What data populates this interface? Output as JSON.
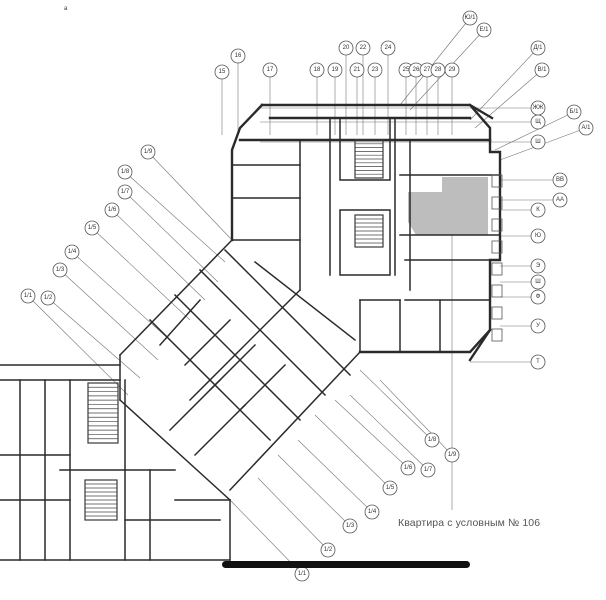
{
  "caption": "Квартира с условным № 106",
  "mark": "a",
  "highlight_color": "#bdbdbd",
  "top_axes": [
    "15",
    "16",
    "17",
    "18",
    "19",
    "20",
    "21",
    "22",
    "23",
    "24",
    "25",
    "26",
    "27",
    "28",
    "29"
  ],
  "right_axes": [
    "Ю/1",
    "Е/1",
    "Д/1",
    "В/1",
    "Б/1",
    "А/1",
    "ЖЖ",
    "Щ",
    "Ш",
    "ВВ",
    "АА",
    "К",
    "Ю",
    "Э",
    "Ш",
    "Ф",
    "У",
    "Т"
  ],
  "left_axes": [
    "1/9",
    "1/8",
    "1/7",
    "1/6",
    "1/5",
    "1/4",
    "1/3",
    "1/2",
    "1/1"
  ],
  "bottom_axes": [
    "1/9",
    "1/8",
    "1/7",
    "1/6",
    "1/5",
    "1/4",
    "1/3",
    "1/2",
    "1/1"
  ]
}
